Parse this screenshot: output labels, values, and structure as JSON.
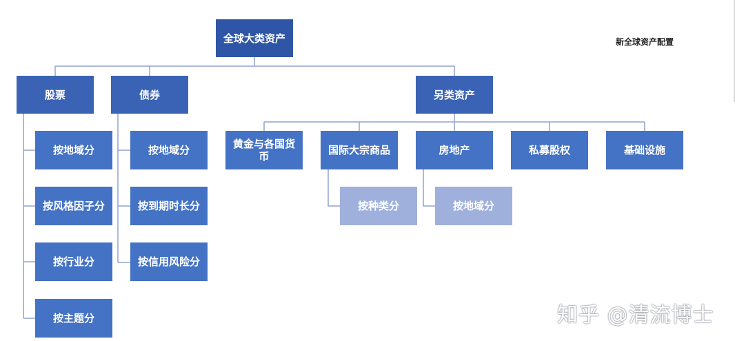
{
  "diagram": {
    "root": "全球大类资产",
    "label": "新全球资产配置",
    "watermark": "知乎 @清流博士",
    "stocks": {
      "title": "股票",
      "children": [
        "按地域分",
        "按风格因子分",
        "按行业分",
        "按主题分"
      ]
    },
    "bonds": {
      "title": "债券",
      "children": [
        "按地域分",
        "按到期时长分",
        "按信用风险分"
      ]
    },
    "alternatives": {
      "title": "另类资产",
      "children": [
        "黄金与各国货币",
        "国际大宗商品",
        "房地产",
        "私募股权",
        "基础设施"
      ],
      "commodities_sub": "按种类分",
      "realestate_sub": "按地域分"
    }
  },
  "colors": {
    "root": "#2f56a6",
    "level1": "#3a63b5",
    "level2": "#4472c4",
    "level3": "#9fb0dc",
    "connector": "#8fa4d0"
  }
}
